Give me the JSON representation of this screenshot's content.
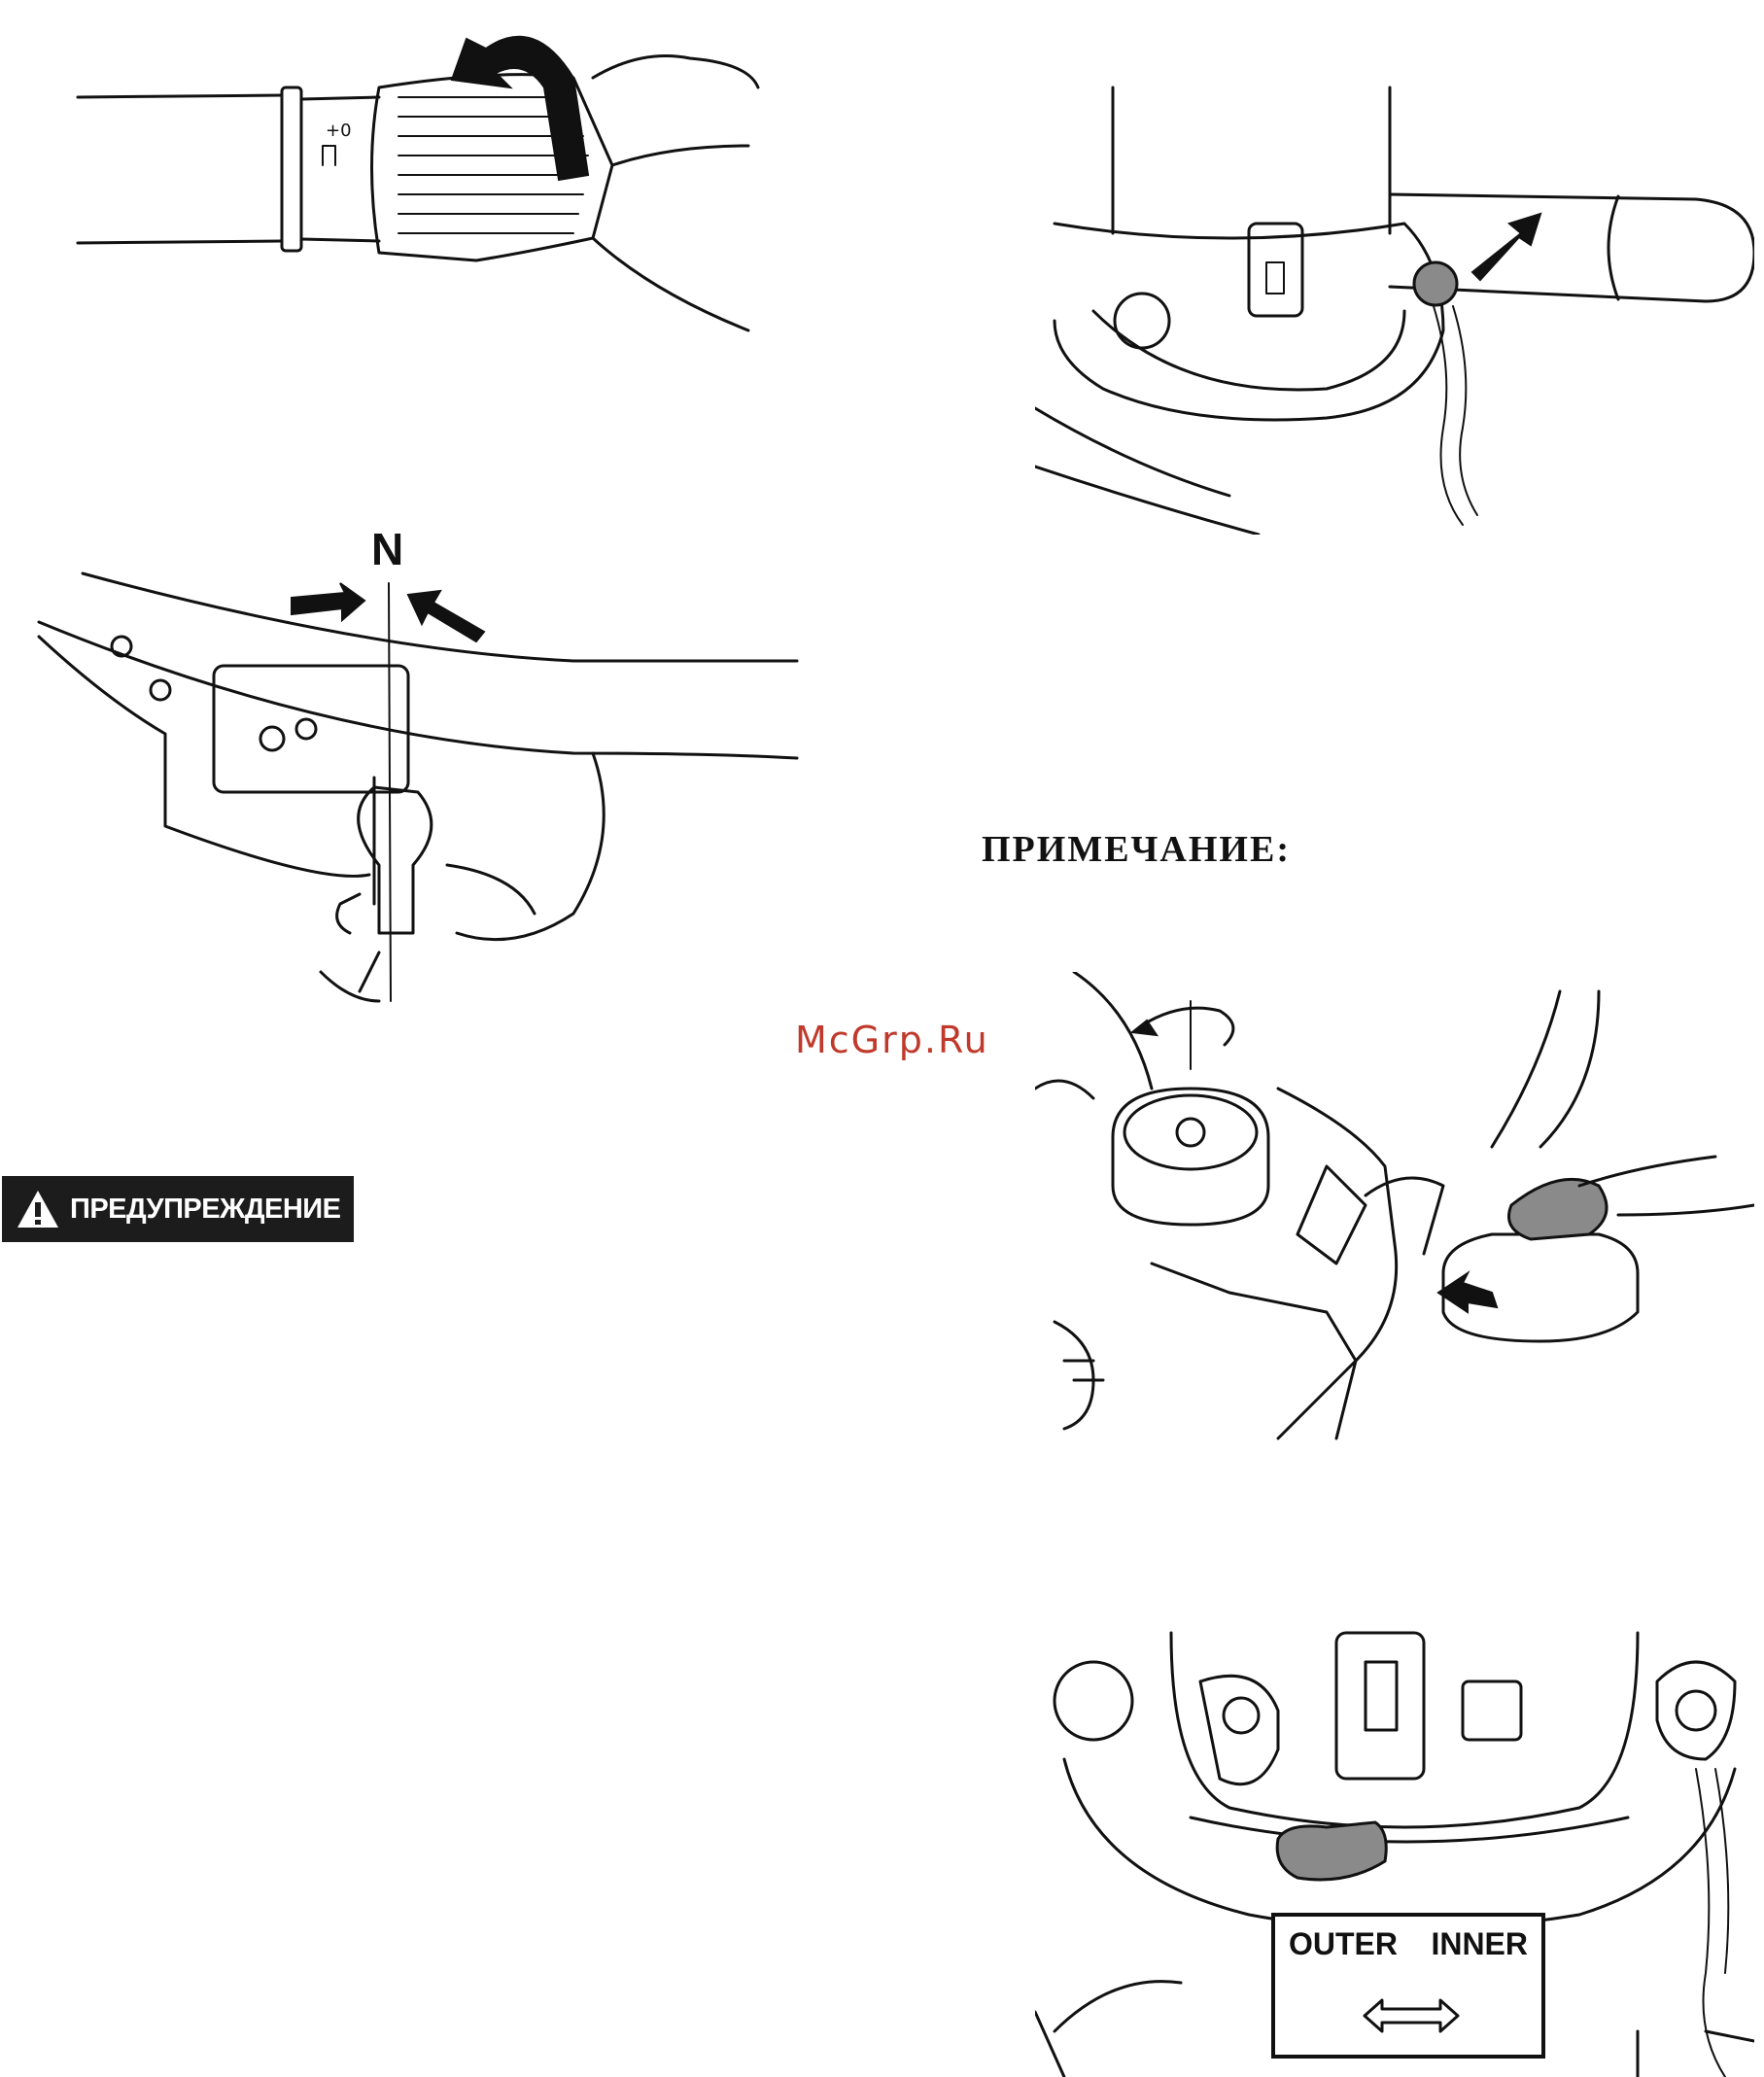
{
  "figure_labels": {
    "neutral_mark": "N",
    "outer": "OUTER",
    "inner": "INNER"
  },
  "note": {
    "heading": "ПРИМЕЧАНИЕ:"
  },
  "warning": {
    "label": "ПРЕДУПРЕЖДЕНИЕ",
    "icon": "warning-triangle-icon"
  },
  "watermark": {
    "text": "McGrp.Ru",
    "color": "#c0392b"
  }
}
